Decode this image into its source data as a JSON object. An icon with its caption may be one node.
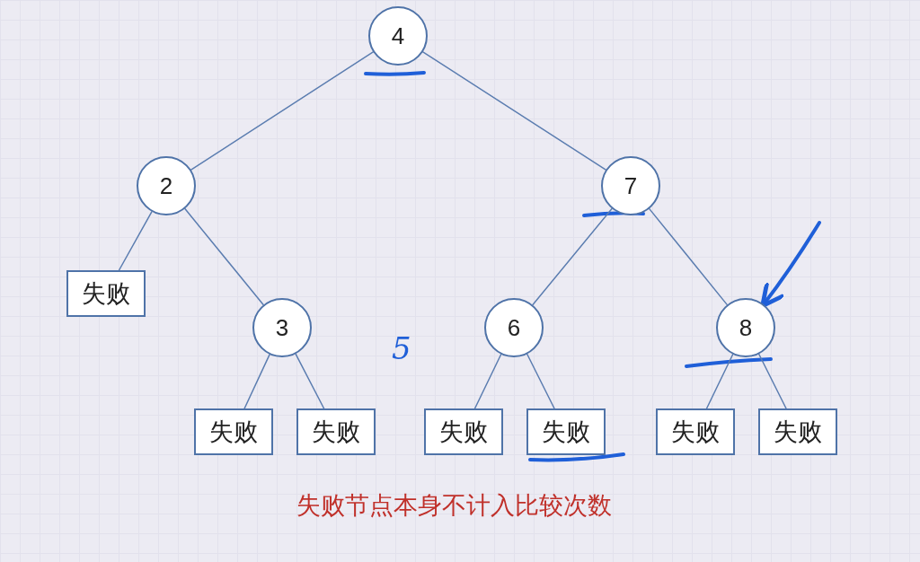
{
  "diagram": {
    "caption": "失败节点本身不计入比较次数",
    "nodes": [
      {
        "text": [
          "4"
        ]
      },
      {
        "text": [
          "2"
        ]
      },
      {
        "text": [
          "7"
        ]
      },
      {
        "text": [
          "失败"
        ]
      },
      {
        "text": [
          "3"
        ]
      },
      {
        "text": [
          "6"
        ]
      },
      {
        "text": [
          "8"
        ]
      },
      {
        "text": [
          "失败"
        ]
      },
      {
        "text": [
          "失败"
        ]
      },
      {
        "text": [
          "失败"
        ]
      },
      {
        "text": [
          "失败"
        ]
      },
      {
        "text": [
          "失败"
        ]
      },
      {
        "text": [
          "失败"
        ]
      }
    ],
    "edges": [
      {
        "from": 0,
        "to": 1,
        "arrow": "none"
      },
      {
        "from": 0,
        "to": 2,
        "arrow": "none"
      },
      {
        "from": 1,
        "to": 3,
        "arrow": "none"
      },
      {
        "from": 1,
        "to": 4,
        "arrow": "none"
      },
      {
        "from": 2,
        "to": 5,
        "arrow": "none"
      },
      {
        "from": 2,
        "to": 6,
        "arrow": "none"
      },
      {
        "from": 4,
        "to": 7,
        "arrow": "none"
      },
      {
        "from": 4,
        "to": 8,
        "arrow": "none"
      },
      {
        "from": 5,
        "to": 9,
        "arrow": "none"
      },
      {
        "from": 5,
        "to": 10,
        "arrow": "none"
      },
      {
        "from": 6,
        "to": 11,
        "arrow": "none"
      },
      {
        "from": 6,
        "to": 12,
        "arrow": "none"
      },
      {
        "from": null,
        "to": 6,
        "arrow": "to",
        "color": "#1f5fd8",
        "style": "thick"
      }
    ],
    "labels": [
      "5"
    ]
  }
}
